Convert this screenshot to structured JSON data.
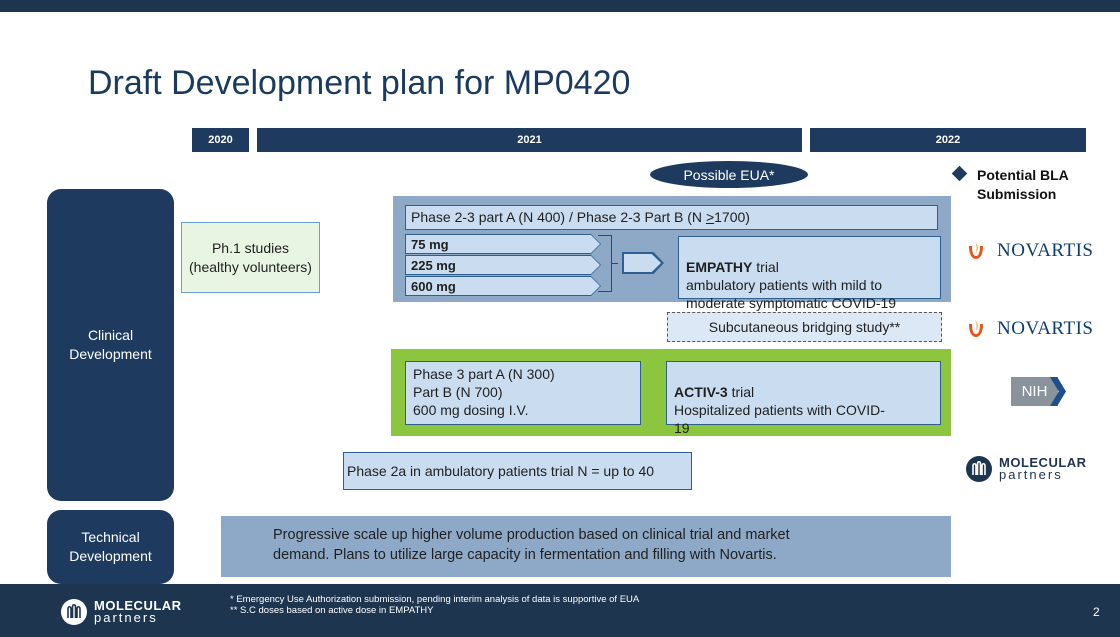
{
  "slide": {
    "title": "Draft Development plan for MP0420",
    "page_number": "2"
  },
  "timeline": {
    "years": [
      "2020",
      "2021",
      "2022"
    ]
  },
  "eua_badge": "Possible EUA*",
  "bla_label": "Potential BLA\nSubmission",
  "categories": {
    "clinical": "Clinical\nDevelopment",
    "technical": "Technical\nDevelopment"
  },
  "ph1_box": "Ph.1 studies\n(healthy volunteers)",
  "empathy": {
    "header": "Phase 2-3 part A (N 400)  / Phase 2-3 Part B (N >1700)",
    "header_pre": "Phase 2-3 part A (N 400)  / Phase 2-3 Part B (N ",
    "header_geq": ">",
    "header_post": "1700)",
    "doses": [
      "75 mg",
      "225 mg",
      "600 mg"
    ],
    "trial_name": "EMPATHY",
    "trial_suffix": " trial",
    "trial_desc": "ambulatory patients with mild to\nmoderate symptomatic COVID-19"
  },
  "bridging": "Subcutaneous bridging study**",
  "activ3": {
    "left_text": "Phase 3 part A (N 300)\nPart B (N 700)\n600 mg dosing I.V.",
    "trial_name": "ACTIV-3",
    "trial_suffix": " trial",
    "trial_desc": "Hospitalized patients with COVID-\n19"
  },
  "phase2a": "Phase 2a in ambulatory patients trial N = up to 40",
  "technical_text": "Progressive scale up higher volume production based on clinical trial and market\ndemand. Plans to utilize large capacity in fermentation and filling with Novartis.",
  "logos": {
    "novartis": "NOVARTIS",
    "nih": "NIH",
    "molecular_top": "MOLECULAR",
    "molecular_bottom": "partners"
  },
  "footnotes": "* Emergency Use Authorization submission, pending interim analysis of data is supportive of EUA\n** S.C doses based on active dose in EMPATHY",
  "colors": {
    "navy": "#1e3a5f",
    "light_blue": "#c9dcf0",
    "steel_blue": "#8ea9c7",
    "green": "#8cc63f",
    "pale_green": "#e8f5e2",
    "novartis_flame": "#e8521f"
  }
}
